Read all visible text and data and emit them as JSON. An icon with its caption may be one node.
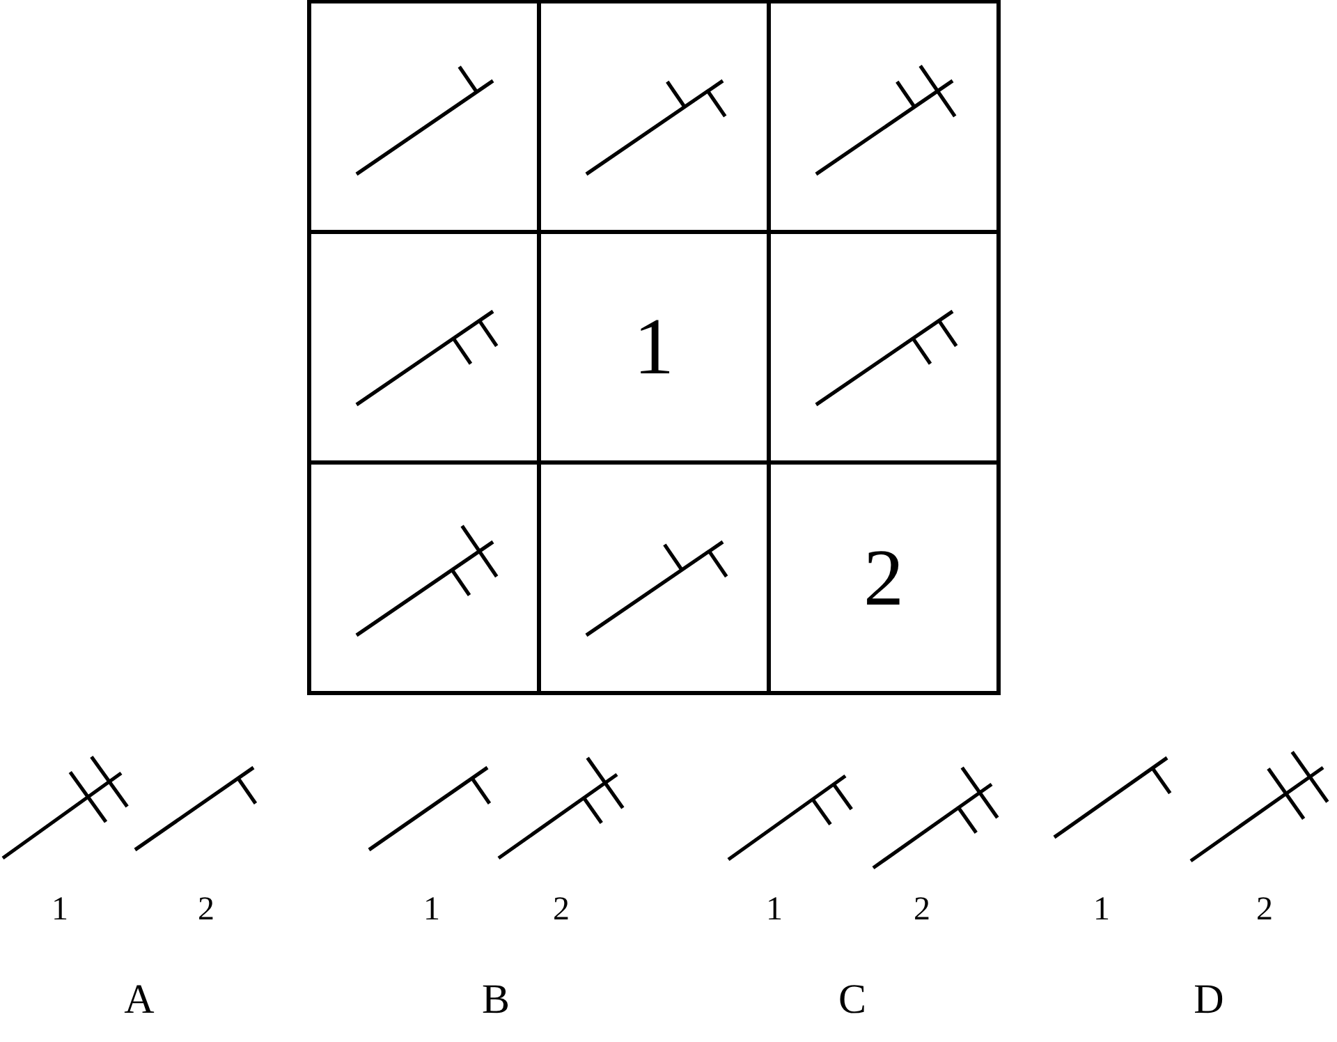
{
  "diagram": {
    "labels": [
      "1",
      "2",
      "1",
      "2",
      "1",
      "2",
      "1",
      "2",
      "1",
      "2",
      "A",
      "B",
      "C",
      "D"
    ]
  }
}
